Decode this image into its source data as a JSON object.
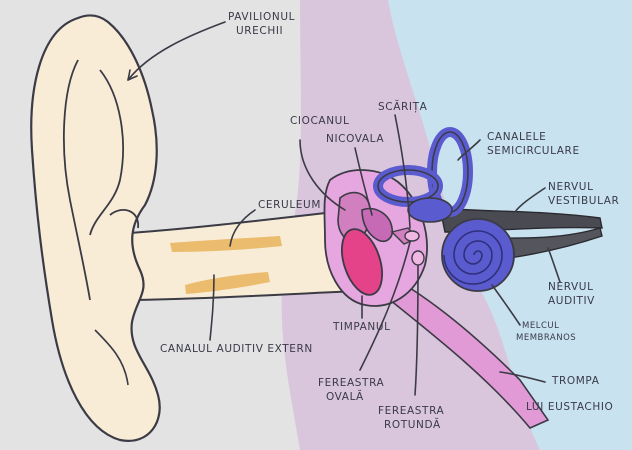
{
  "labels": {
    "pavilion_1": "PAVILIONUL",
    "pavilion_2": "URECHII",
    "cerumen": "CERULEUM",
    "canal": "CANALUL AUDITIV EXTERN",
    "ciocan": "CIOCANUL",
    "nicovala": "NICOVALA",
    "scarita": "SCĂRIȚA",
    "canale_1": "CANALELE",
    "canale_2": "SEMICIRCULARE",
    "vestibular_1": "NERVUL",
    "vestibular_2": "VESTIBULAR",
    "auditiv_1": "NERVUL",
    "auditiv_2": "AUDITIV",
    "melc_1": "MELCUL",
    "melc_2": "MEMBRANOS",
    "timpan": "TIMPANUL",
    "oval_1": "FEREASTRA",
    "oval_2": "OVALĂ",
    "rotund_1": "FEREASTRA",
    "rotund_2": "ROTUNDĂ",
    "trompa_1": "TROMPA",
    "trompa_2": "LUI EUSTACHIO"
  },
  "colors": {
    "background": "#e3e3e4",
    "middle_ear_region": "#d9c6dc",
    "inner_ear_region": "#c8e2f0",
    "skin": "#f8ecd6",
    "cerumen": "#e9b45a",
    "ossicles": "#d27fc0",
    "eardrum": "#e4438a",
    "labyrinth": "#5b5bd0",
    "nerve": "#4a4a52",
    "outline": "#3b3b45"
  }
}
